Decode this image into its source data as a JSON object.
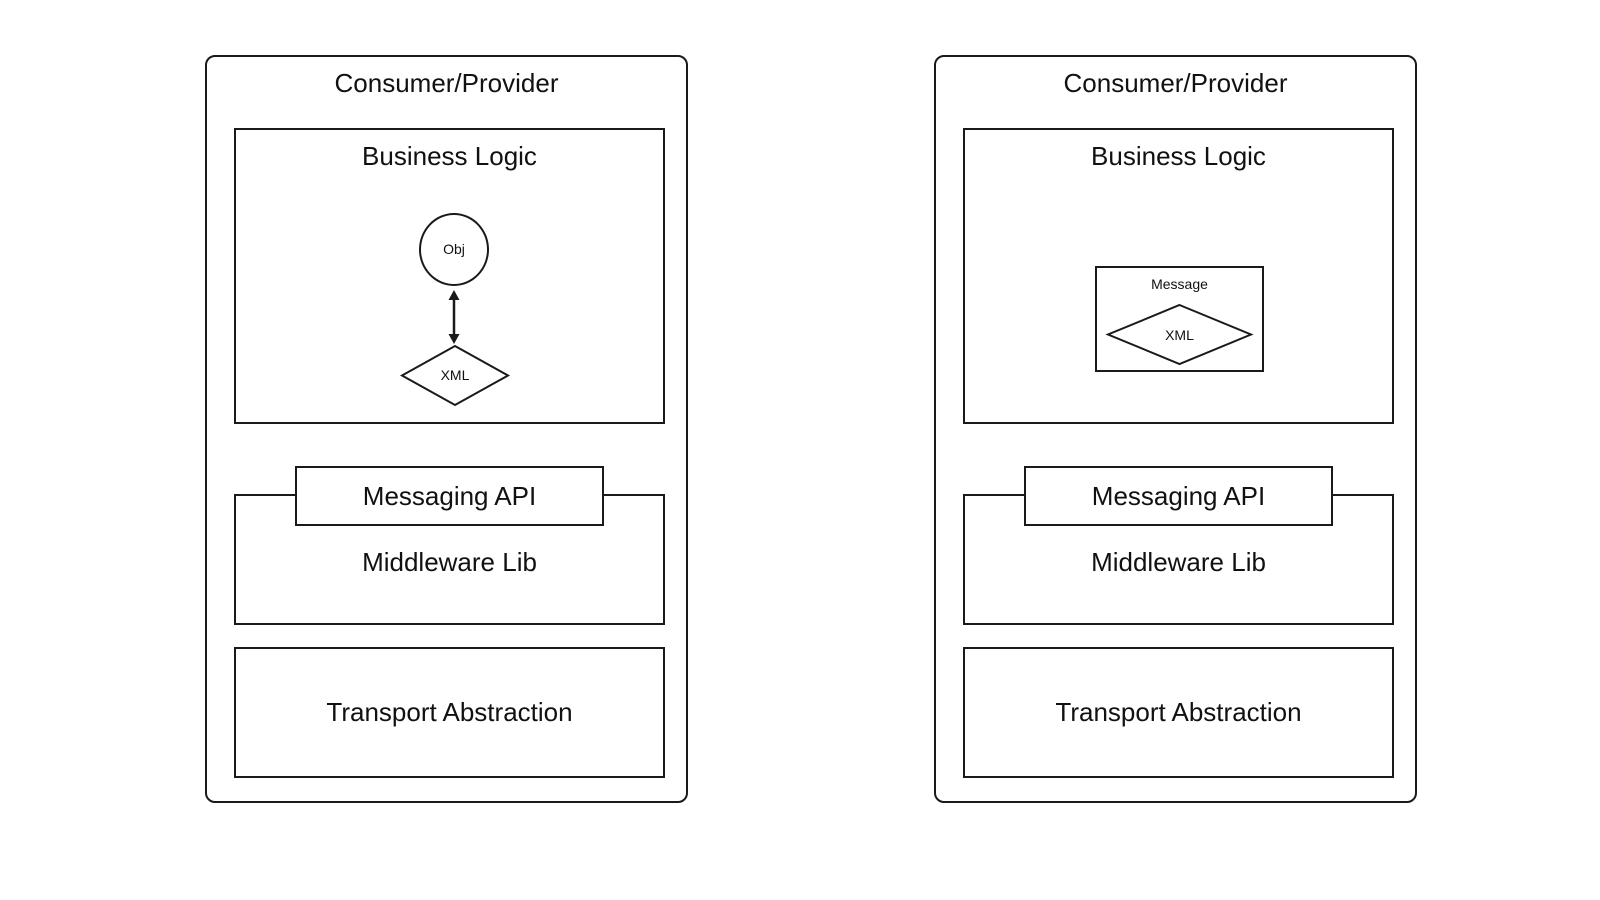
{
  "diagram": {
    "left_stack": {
      "title": "Consumer/Provider",
      "business_logic": {
        "title": "Business Logic",
        "object_label": "Obj",
        "xml_label": "XML",
        "connector": "bidirectional-arrow"
      },
      "messaging_api": "Messaging API",
      "middleware": "Middleware Lib",
      "transport": "Transport Abstraction"
    },
    "right_stack": {
      "title": "Consumer/Provider",
      "business_logic": {
        "title": "Business Logic",
        "message_label": "Message",
        "xml_label": "XML"
      },
      "messaging_api": "Messaging API",
      "middleware": "Middleware Lib",
      "transport": "Transport Abstraction"
    },
    "colors": {
      "stroke": "#1a1a1a",
      "background": "#ffffff",
      "text": "#111111"
    }
  }
}
